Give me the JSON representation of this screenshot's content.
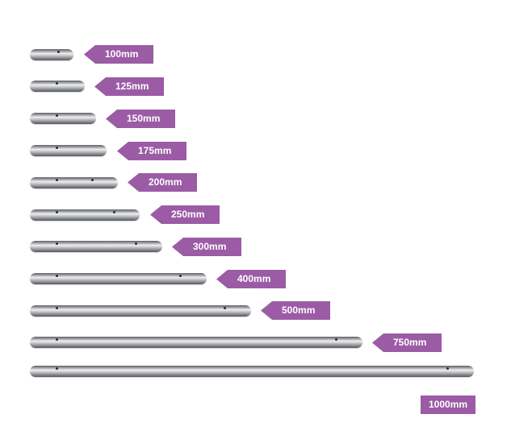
{
  "rods": [
    {
      "label": "100mm"
    },
    {
      "label": "125mm"
    },
    {
      "label": "150mm"
    },
    {
      "label": "175mm"
    },
    {
      "label": "200mm"
    },
    {
      "label": "250mm"
    },
    {
      "label": "300mm"
    },
    {
      "label": "400mm"
    },
    {
      "label": "500mm"
    },
    {
      "label": "750mm"
    },
    {
      "label": "1000mm"
    }
  ],
  "colors": {
    "tag": "#9b5ba5",
    "tag_text": "#ffffff"
  }
}
